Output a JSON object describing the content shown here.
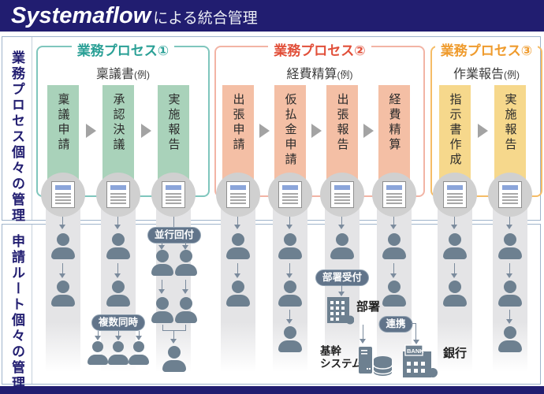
{
  "header": {
    "logo": "Systemaflow",
    "tagline": "による統合管理"
  },
  "sidebar": {
    "top": "業務プロセス個々の管理",
    "bottom": "申請ルート個々の管理"
  },
  "sections": [
    {
      "title": "業務プロセス①",
      "subtitle": "稟議書",
      "subtitle_note": "(例)",
      "accent": "#2aa096",
      "border": "#7fc6bd",
      "box_bg": "#a9d2ba",
      "steps": [
        "稟議申請",
        "承認決議",
        "実施報告"
      ]
    },
    {
      "title": "業務プロセス②",
      "subtitle": "経費精算",
      "subtitle_note": "(例)",
      "accent": "#e14f39",
      "border": "#f2b4a5",
      "box_bg": "#f4bfa5",
      "steps": [
        "出張申請",
        "仮払金申請",
        "出張報告",
        "経費精算"
      ]
    },
    {
      "title": "業務プロセス③",
      "subtitle": "作業報告",
      "subtitle_note": "(例)",
      "accent": "#ef9b2d",
      "border": "#f5bc66",
      "box_bg": "#f6d88c",
      "steps": [
        "指示書作成",
        "実施報告"
      ]
    }
  ],
  "flow": {
    "badges": {
      "parallel": "並行回付",
      "multiple": "複数同時",
      "reception": "部署受付",
      "linkage": "連携"
    },
    "labels": {
      "department": "部署",
      "bank": "銀行",
      "bank_sign": "BANK",
      "core_system": "基幹\nシステム"
    }
  },
  "routes": [
    {
      "step": "稟議申請",
      "persons": 2
    },
    {
      "step": "承認決議",
      "persons": 2,
      "badge": "複数同時",
      "branch_persons": 3
    },
    {
      "step": "実施報告",
      "badge": "並行回付",
      "parallel_lanes": 2,
      "persons_per_lane": 2,
      "merge_persons": 1
    },
    {
      "step": "出張申請",
      "persons": 2
    },
    {
      "step": "仮払金申請",
      "persons": 3
    },
    {
      "step": "出張報告",
      "persons": 1,
      "badge": "部署受付",
      "target": "部署",
      "then": "基幹システム"
    },
    {
      "step": "経費精算",
      "persons": 2,
      "badge": "連携",
      "target": "銀行"
    },
    {
      "step": "指示書作成",
      "persons": 2
    },
    {
      "step": "実施報告",
      "persons": 3
    }
  ],
  "colors": {
    "header_bg": "#211d70",
    "sidebar_text": "#211d70",
    "person": "#6d8090",
    "badge_bg": "#61748a",
    "track": "#e4e4e6",
    "frame_border": "#9fb4cb"
  }
}
